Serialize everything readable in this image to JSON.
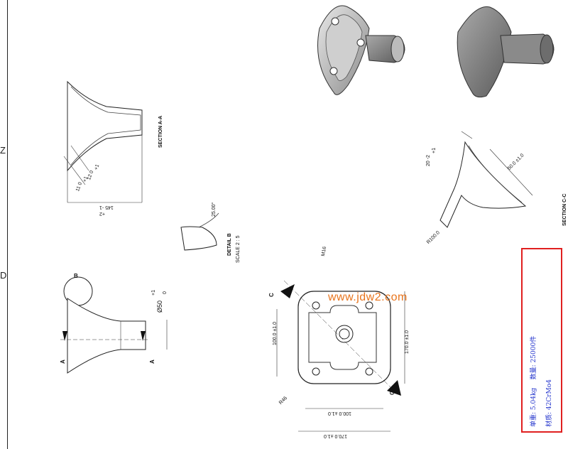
{
  "sheet": {
    "zone_letters": [
      "Z",
      "D"
    ]
  },
  "watermark": "www.jdw2.com",
  "views": {
    "section_aa": {
      "title": "SECTION A-A",
      "dims": [
        "145 -1",
        "+2",
        "12 0",
        "+1",
        "11 0",
        "+1"
      ]
    },
    "detail_b": {
      "title": "DETAIL B",
      "scale": "SCALE 2 : 5",
      "angle": "25.00°"
    },
    "front_view": {
      "callout": "B",
      "cut_letters": [
        "A",
        "A"
      ],
      "dims": [
        "Ø50",
        "+1",
        "0"
      ]
    },
    "plan_view": {
      "thread": "M16",
      "cut_letters": [
        "C",
        "C"
      ],
      "dims": [
        "100.0 ±1.0",
        "170.0 ±1.0",
        "100.0 ±1.0",
        "170.0 ±1.0",
        "R46"
      ]
    },
    "section_cc": {
      "title": "SECTION C-C",
      "dims": [
        "50.0 ±1.0",
        "20 -2",
        "+1",
        "R100.0"
      ]
    }
  },
  "spec_box": {
    "weight_label": "单重:",
    "weight_value": "5.04kg",
    "qty_label": "数量:",
    "qty_value": "25000件",
    "material_label": "材质:",
    "material_value": "42CrMo4"
  }
}
